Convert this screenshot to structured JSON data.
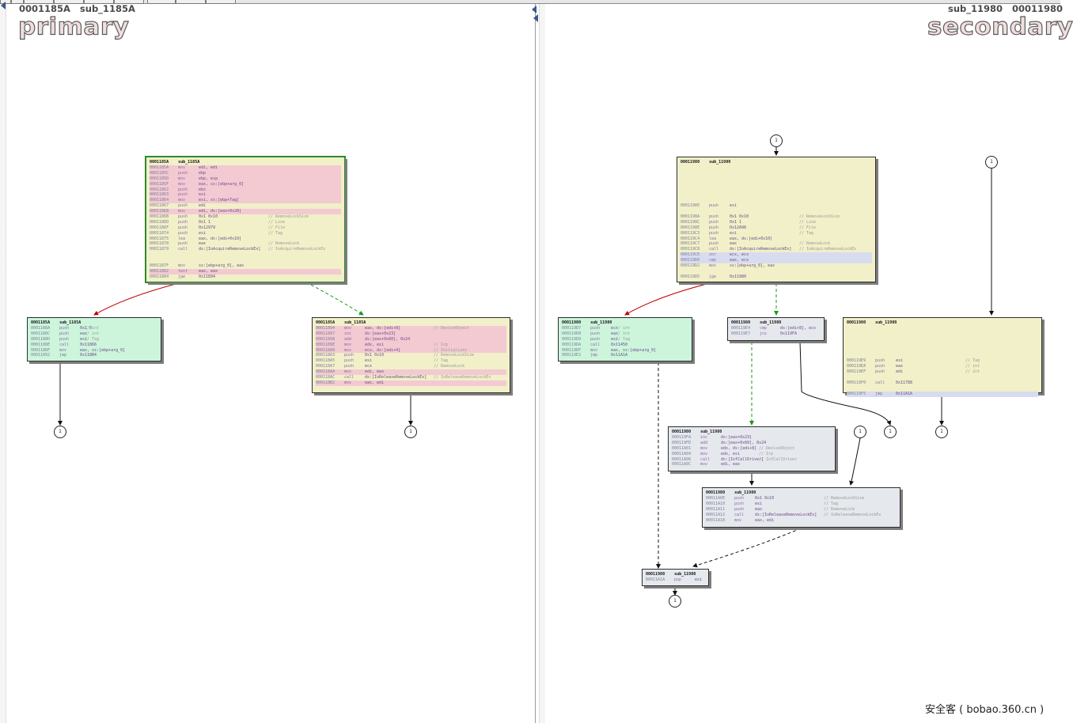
{
  "left_pane": {
    "header": "0001185A   sub_1185A",
    "title": "primary"
  },
  "right_pane": {
    "header": "sub_11980   00011980",
    "title": "secondary"
  },
  "watermark": "安全客 ( bobao.360.cn )",
  "badge_label": "1",
  "nodes": {
    "p_main": {
      "head": "0001185A    sub_1185A",
      "lines": [
        {
          "a": "0001185A",
          "m": "mov",
          "o": "edi, edi",
          "hl": true
        },
        {
          "a": "0001185C",
          "m": "push",
          "o": "ebp",
          "hl": true
        },
        {
          "a": "0001185D",
          "m": "mov",
          "o": "ebp, esp",
          "hl": true
        },
        {
          "a": "0001185F",
          "m": "mov",
          "o": "eax, ss:[ebp+arg_0]",
          "hl": true
        },
        {
          "a": "00011862",
          "m": "push",
          "o": "ebx",
          "hl": true
        },
        {
          "a": "00011863",
          "m": "push",
          "o": "esi",
          "hl": true
        },
        {
          "a": "00011864",
          "m": "mov",
          "o": "esi, ss:[ebp+Tag]",
          "hl": true
        },
        {
          "a": "00011867",
          "m": "push",
          "o": "edi"
        },
        {
          "a": "00011868",
          "m": "mov",
          "o": "edi, ds:[eax+0x28]",
          "hl": true
        },
        {
          "a": "0001186B",
          "m": "push",
          "o": "0x1 0x10",
          "c": "// RemoveLockSize"
        },
        {
          "a": "0001186D",
          "m": "push",
          "o": "0x1 1",
          "c": "// Line"
        },
        {
          "a": "0001186F",
          "m": "push",
          "o": "0x12979",
          "c": "// File"
        },
        {
          "a": "00011874",
          "m": "push",
          "o": "esi",
          "c": "// Tag"
        },
        {
          "a": "00011875",
          "m": "lea",
          "o": "eax, ds:[edi+0x10]"
        },
        {
          "a": "00011878",
          "m": "push",
          "o": "eax",
          "c": "// RemoveLock"
        },
        {
          "a": "00011879",
          "m": "call",
          "o": "ds:[IoAcquireRemoveLockEx]",
          "c": "// IoAcquireRemoveLockEx"
        },
        {
          "gap": true
        },
        {
          "gap": true
        },
        {
          "a": "0001187F",
          "m": "mov",
          "o": "ss:[ebp+arg_0], eax"
        },
        {
          "a": "00011882",
          "m": "test",
          "o": "eax, eax",
          "hl": true
        },
        {
          "a": "00011884",
          "m": "jge",
          "o": "0x11894"
        }
      ]
    },
    "p_left": {
      "head": "0001185A    sub_1185A",
      "lines": [
        {
          "a": "0001188A",
          "m": "push",
          "o": "0x1 0",
          "c": "// int"
        },
        {
          "a": "0001188C",
          "m": "push",
          "o": "eax",
          "c": "// int"
        },
        {
          "a": "0001188D",
          "m": "push",
          "o": "esi",
          "c": "// Tag"
        },
        {
          "a": "0001188E",
          "m": "call",
          "o": "0x11866"
        },
        {
          "a": "0001188F",
          "m": "mov",
          "o": "eax, ss:[ebp+arg_0]"
        },
        {
          "a": "00011892",
          "m": "jmp",
          "o": "0x118B4"
        }
      ]
    },
    "p_right": {
      "head": "0001185A    sub_1185A",
      "lines": [
        {
          "a": "00011894",
          "m": "mov",
          "o": "eax, ds:[edi+8]",
          "c": "// DeviceObject",
          "hl": true
        },
        {
          "a": "00011897",
          "m": "inc",
          "o": "ds:[eax+0x23]",
          "hl": true
        },
        {
          "a": "0001189A",
          "m": "add",
          "o": "ds:[eax+0x60], 0x24",
          "hl": true
        },
        {
          "a": "0001189E",
          "m": "mov",
          "o": "edx, esi",
          "c": "// Irp",
          "hl": true
        },
        {
          "a": "000118A0",
          "m": "mov",
          "o": "ecx, ds:[edi+4]",
          "c": "// Initializes",
          "hl": true
        },
        {
          "a": "000118A3",
          "m": "push",
          "o": "0x1 0x10",
          "c": "// RemoveLockSize"
        },
        {
          "a": "000118A5",
          "m": "push",
          "o": "esi",
          "c": "// Tag"
        },
        {
          "a": "000118A7",
          "m": "push",
          "o": "ecx",
          "c": "// RemoveLock"
        },
        {
          "a": "000118AA",
          "m": "mov",
          "o": "edi, eax",
          "hl": true
        },
        {
          "a": "000118AC",
          "m": "call",
          "o": "ds:[IoReleaseRemoveLockEx]",
          "c": "// IoReleaseRemoveLockEx"
        },
        {
          "a": "000118B2",
          "m": "mov",
          "o": "eax, edi",
          "hl": true
        }
      ]
    },
    "s_main": {
      "head": "00011980    sub_11980",
      "lines": [
        {
          "gap": true
        },
        {
          "gap": true
        },
        {
          "gap": true
        },
        {
          "gap": true
        },
        {
          "gap": true
        },
        {
          "gap": true
        },
        {
          "gap": true
        },
        {
          "a": "00011985",
          "m": "push",
          "o": "esi"
        },
        {
          "gap": true
        },
        {
          "a": "0001198A",
          "m": "push",
          "o": "0x1 0x10",
          "c": "// RemoveLockSize"
        },
        {
          "a": "0001198C",
          "m": "push",
          "o": "0x1 1",
          "c": "// Line"
        },
        {
          "a": "0001198E",
          "m": "push",
          "o": "0x12A98",
          "c": "// File"
        },
        {
          "a": "000119C3",
          "m": "push",
          "o": "esi",
          "c": "// Tag"
        },
        {
          "a": "000119C4",
          "m": "lea",
          "o": "eax, ds:[edi+0x10]"
        },
        {
          "a": "000119C7",
          "m": "push",
          "o": "eax",
          "c": "// RemoveLock"
        },
        {
          "a": "000119C8",
          "m": "call",
          "o": "ds:[IoAcquireRemoveLockEx]",
          "c": "// IoAcquireRemoveLockEx"
        },
        {
          "a": "000119CE",
          "m": "xor",
          "o": "ecx, ecx",
          "hlb": true
        },
        {
          "a": "000119D0",
          "m": "cmp",
          "o": "eax, ecx",
          "hlb": true
        },
        {
          "a": "000119D2",
          "m": "mov",
          "o": "ss:[ebp+arg_0], eax"
        },
        {
          "gap": true
        },
        {
          "a": "000119D5",
          "m": "jge",
          "o": "0x11980"
        }
      ]
    },
    "s_green": {
      "head": "00011980    sub_11980",
      "lines": [
        {
          "a": "000119D7",
          "m": "push",
          "o": "ecx",
          "c": "// int"
        },
        {
          "a": "000119D8",
          "m": "push",
          "o": "eax",
          "c": "// int"
        },
        {
          "a": "000119D9",
          "m": "push",
          "o": "esi",
          "c": "// Tag"
        },
        {
          "a": "000119DA",
          "m": "call",
          "o": "0x11450"
        },
        {
          "a": "000119DF",
          "m": "mov",
          "o": "eax, ss:[ebp+arg_0]"
        },
        {
          "a": "000119E2",
          "m": "jmp",
          "o": "0x11A1A"
        }
      ]
    },
    "s_small": {
      "head": "00011980    sub_11980",
      "lines": [
        {
          "a": "000119E4",
          "m": "cmp",
          "o": "ds:[edi+8], ecx"
        },
        {
          "a": "000119E7",
          "m": "jnz",
          "o": "0x119FA"
        }
      ]
    },
    "s_far": {
      "head": "00011980    sub_11980",
      "lines": [
        {
          "gap": true
        },
        {
          "gap": true
        },
        {
          "gap": true
        },
        {
          "gap": true
        },
        {
          "gap": true
        },
        {
          "gap": true
        },
        {
          "a": "000119E9",
          "m": "push",
          "o": "esi",
          "c": "// Tag"
        },
        {
          "a": "000119EA",
          "m": "push",
          "o": "eax",
          "c": "// int"
        },
        {
          "a": "000119EF",
          "m": "push",
          "o": "edi",
          "c": "// int"
        },
        {
          "gap": true
        },
        {
          "a": "000119F0",
          "m": "call",
          "o": "0x11788"
        },
        {
          "gap": true
        },
        {
          "a": "000119F5",
          "m": "jmp",
          "o": "0x11A1A",
          "hlb": true
        }
      ]
    },
    "s_mid": {
      "head": "00011980    sub_11980",
      "lines": [
        {
          "a": "000119FA",
          "m": "inc",
          "o": "ds:[eax+0x23]"
        },
        {
          "a": "000119FD",
          "m": "add",
          "o": "ds:[eax+0x60], 0x24"
        },
        {
          "a": "00011A01",
          "m": "mov",
          "o": "edx, ds:[edi+8]",
          "c": "// DeviceObject"
        },
        {
          "a": "00011A04",
          "m": "mov",
          "o": "edx, esi",
          "c": "// Irp"
        },
        {
          "a": "00011A06",
          "m": "call",
          "o": "ds:[IofCallDriver]",
          "c": "// IofCallDriver"
        },
        {
          "a": "00011A0C",
          "m": "mov",
          "o": "edi, eax"
        }
      ]
    },
    "s_low": {
      "head": "00011980    sub_11980",
      "lines": [
        {
          "a": "00011A0E",
          "m": "push",
          "o": "0x1 0x10",
          "c": "// RemoveLockSize"
        },
        {
          "a": "00011A10",
          "m": "push",
          "o": "esi",
          "c": "// Tag"
        },
        {
          "a": "00011A11",
          "m": "push",
          "o": "eax",
          "c": "// RemoveLock"
        },
        {
          "a": "00011A12",
          "m": "call",
          "o": "ds:[IoReleaseRemoveLockEx]",
          "c": "// IoReleaseRemoveLockEx"
        },
        {
          "a": "00011A18",
          "m": "mov",
          "o": "eax, edi"
        }
      ]
    },
    "s_end": {
      "head": "00011980    sub_11980",
      "lines": [
        {
          "a": "00011A1A",
          "m": "pop",
          "o": "esi"
        }
      ]
    }
  }
}
